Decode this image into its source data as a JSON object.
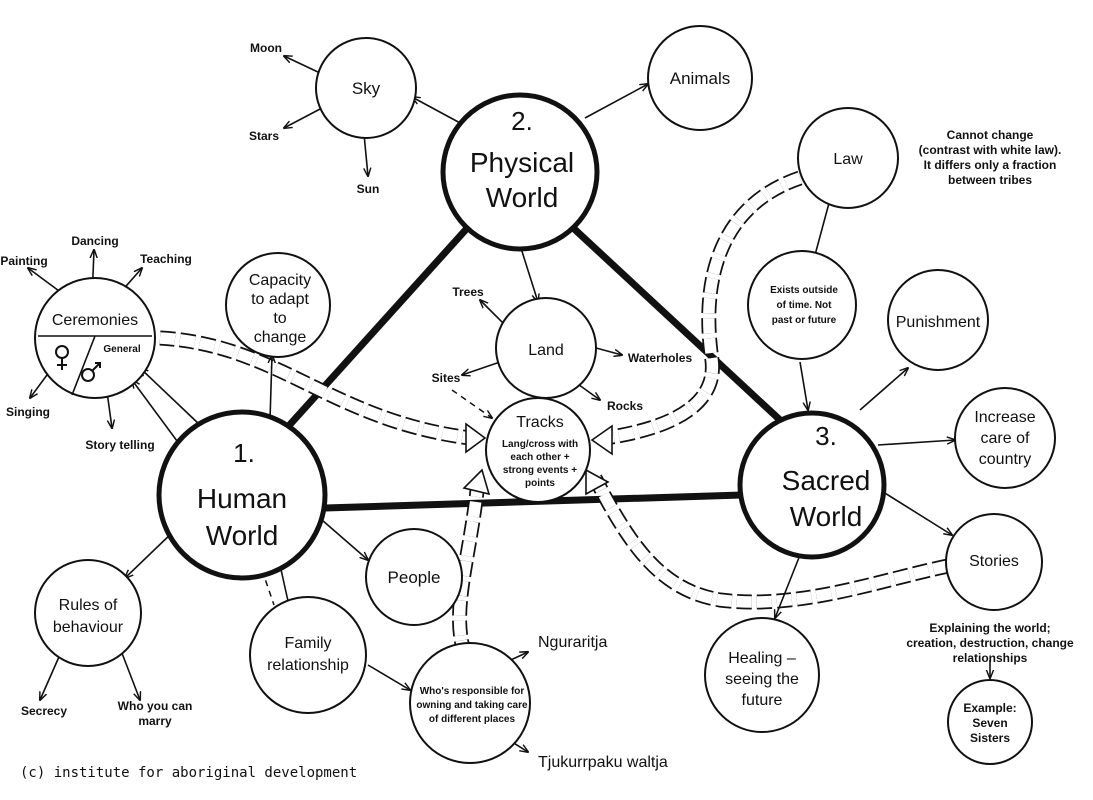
{
  "worlds": {
    "human": {
      "number": "1.",
      "line1": "Human",
      "line2": "World"
    },
    "physical": {
      "number": "2.",
      "line1": "Physical",
      "line2": "World"
    },
    "sacred": {
      "number": "3.",
      "line1": "Sacred",
      "line2": "World"
    }
  },
  "physical_nodes": {
    "sky": "Sky",
    "moon": "Moon",
    "stars": "Stars",
    "sun": "Sun",
    "animals": "Animals",
    "land": "Land",
    "trees": "Trees",
    "waterholes": "Waterholes",
    "sites": "Sites",
    "rocks": "Rocks"
  },
  "tracks": {
    "title": "Tracks",
    "line1": "Lang/cross with",
    "line2": "each other +",
    "line3": "strong events +",
    "line4": "points"
  },
  "human_nodes": {
    "ceremonies": "Ceremonies",
    "general": "General",
    "painting": "Painting",
    "dancing": "Dancing",
    "teaching": "Teaching",
    "singing": "Singing",
    "story_telling": "Story telling",
    "capacity": [
      "Capacity",
      "to adapt",
      "to",
      "change"
    ],
    "people": "People",
    "rules": [
      "Rules of",
      "behaviour"
    ],
    "secrecy": "Secrecy",
    "marry": [
      "Who you can",
      "marry"
    ],
    "family": [
      "Family",
      "relationship"
    ],
    "responsible": [
      "Who's responsible for",
      "owning and taking care",
      "of different places"
    ],
    "nguraritja": "Nguraritja",
    "tjukurrpaku": "Tjukurrpaku waltja"
  },
  "sacred_nodes": {
    "law": "Law",
    "law_note": [
      "Cannot change",
      "(contrast with white law).",
      "It differs only a fraction",
      "between tribes"
    ],
    "exists": [
      "Exists outside",
      "of time. Not",
      "past or future"
    ],
    "punishment": "Punishment",
    "increase": [
      "Increase",
      "care of",
      "country"
    ],
    "stories": "Stories",
    "stories_note": [
      "Explaining the world;",
      "creation, destruction, change",
      "relationships"
    ],
    "example": [
      "Example:",
      "Seven",
      "Sisters"
    ],
    "healing": [
      "Healing –",
      "seeing the",
      "future"
    ]
  },
  "copyright": "(c) institute for aboriginal development"
}
